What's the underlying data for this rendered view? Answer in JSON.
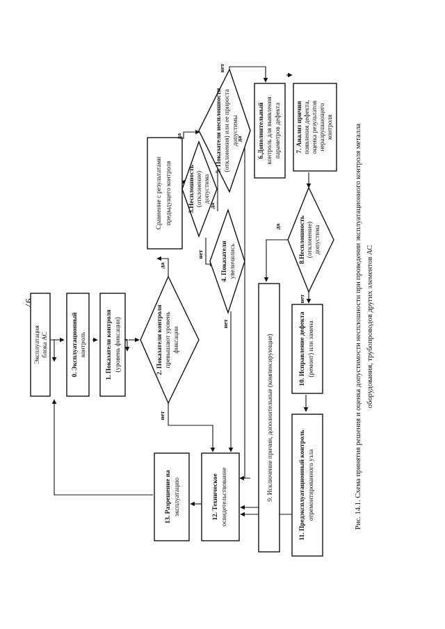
{
  "page_number": "97",
  "caption": [
    "Рис. 14.1. Схема принятия решения и оценка допустимости несплошности при проведении эксплуатационного контроля металла",
    "оборудования, трубопроводов других элементов АС"
  ],
  "blocks": {
    "exploitation": [
      "Эксплуатация",
      "блока АС"
    ],
    "b0": [
      "0. Эксплуатационный",
      "контроль"
    ],
    "b1": [
      "1. Показатели контроля",
      "(уровень фиксации)"
    ],
    "b2": [
      "2. Показатели контроля",
      "превышают уровень",
      "фиксации"
    ],
    "b3": [
      "3.Несплошность",
      "(отклонение)",
      "допустима"
    ],
    "b4": [
      "4. Показатели",
      "увеличились"
    ],
    "b5": [
      "5. Показатели несплошности",
      "(отклонения) или ее прироста",
      "допустимы"
    ],
    "compare": [
      "Сравнение с результатами",
      "предыдущего контроля"
    ],
    "b6": [
      "6.Дополнительный",
      "контроль для выявления",
      "параметров дефекта"
    ],
    "b7": [
      "7. Анализ причин",
      "появления дефекта,",
      "оценка результатов",
      "неразрушающего",
      "контроля"
    ],
    "b8": [
      "8.Несплошность",
      "(отклонение)",
      "допустима"
    ],
    "b9": [
      "9. Исключение причин, дополнительные (компенсирующие)"
    ],
    "b10": [
      "10. Исправление дефекта",
      "(ремонт) или замена"
    ],
    "b11": [
      "11. Предэксплуатационный контроль",
      "отремонтированного узла"
    ],
    "b12": [
      "12. Техническое",
      "освидетельствование"
    ],
    "b13": [
      "13. Разрешение на",
      "эксплуатацию"
    ]
  },
  "labels": {
    "yes": "да",
    "no": "нет"
  }
}
